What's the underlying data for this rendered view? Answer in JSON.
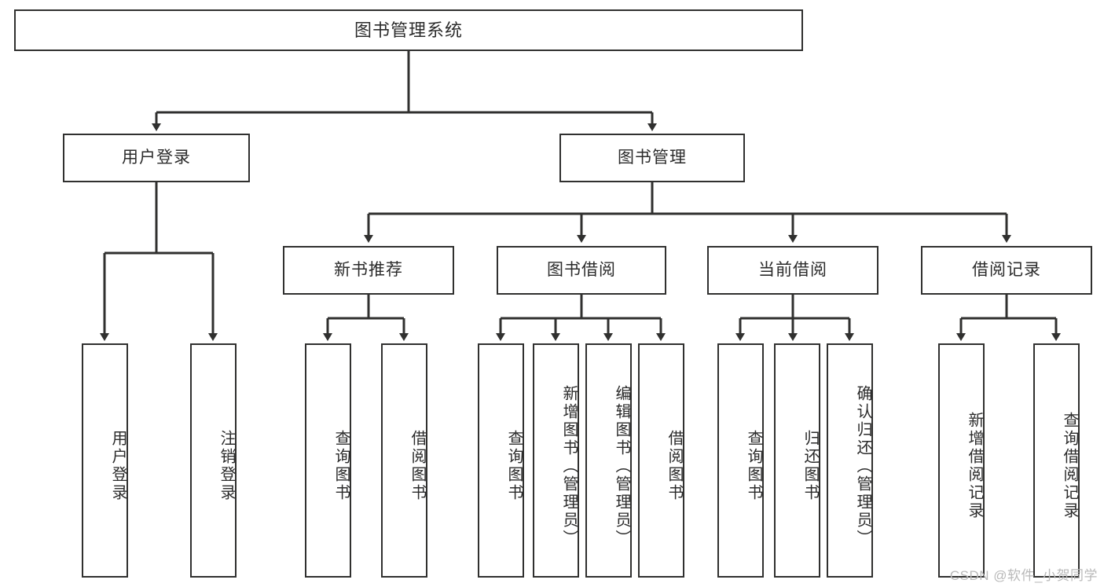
{
  "diagram": {
    "title": "图书管理系统",
    "type": "hierarchy-tree",
    "root": {
      "label": "图书管理系统"
    },
    "level1": [
      {
        "label": "用户登录"
      },
      {
        "label": "图书管理"
      }
    ],
    "level2": [
      {
        "label": "新书推荐"
      },
      {
        "label": "图书借阅"
      },
      {
        "label": "当前借阅"
      },
      {
        "label": "借阅记录"
      }
    ],
    "leaves": {
      "user_login": [
        {
          "label": "用户登录"
        },
        {
          "label": "注销登录"
        }
      ],
      "new_book_recommend": [
        {
          "label": "查询图书"
        },
        {
          "label": "借阅图书"
        }
      ],
      "book_borrow": [
        {
          "label": "查询图书"
        },
        {
          "label": "新增图书（管理员）"
        },
        {
          "label": "编辑图书（管理员）"
        },
        {
          "label": "借阅图书"
        }
      ],
      "current_borrow": [
        {
          "label": "查询图书"
        },
        {
          "label": "归还图书"
        },
        {
          "label": "确认归还（管理员）"
        }
      ],
      "borrow_record": [
        {
          "label": "新增借阅记录"
        },
        {
          "label": "查询借阅记录"
        }
      ]
    }
  },
  "watermark": {
    "text": "CSDN @软件_小贺同学"
  },
  "colors": {
    "stroke": "#30302f",
    "background": "#ffffff",
    "text": "#2b2b2b",
    "watermark": "#b9b9b9"
  }
}
